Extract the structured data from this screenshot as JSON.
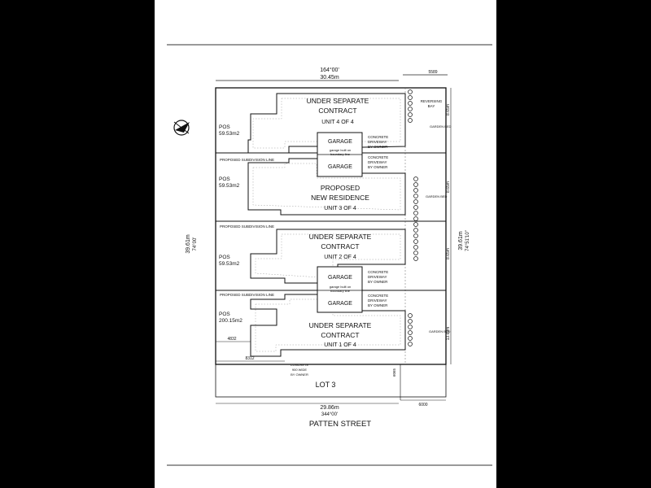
{
  "north_arrow": {
    "symbol": "N"
  },
  "boundary": {
    "top_bearing": "164°00'",
    "top_length": "30.45m",
    "bottom_length": "29.86m",
    "bottom_bearing": "344°00'",
    "left_length": "39.61m",
    "left_bearing": "74°00'",
    "right_length": "39.61m",
    "right_bearing": "74°51'10\""
  },
  "dimensions": {
    "top_right": "5589",
    "right_1": "8.65m",
    "right_2": "8.65m",
    "right_3": "8.65m",
    "right_4": "13.69m",
    "left_setback_1": "4832",
    "left_setback_2": "8312",
    "bottom_right_width": "6000",
    "bottom_right_depth": "6065"
  },
  "units": [
    {
      "pos": "POS",
      "area": "59.53m2",
      "line1": "UNDER SEPARATE",
      "line2": "CONTRACT",
      "unit": "UNIT 4 OF 4"
    },
    {
      "pos": "POS",
      "area": "59.53m2",
      "line1": "PROPOSED",
      "line2": "NEW RESIDENCE",
      "unit": "UNIT 3 OF 4"
    },
    {
      "pos": "POS",
      "area": "59.53m2",
      "line1": "UNDER SEPARATE",
      "line2": "CONTRACT",
      "unit": "UNIT 2 OF 4"
    },
    {
      "pos": "POS",
      "area": "200.15m2",
      "line1": "UNDER SEPARATE",
      "line2": "CONTRACT",
      "unit": "UNIT 1 OF 4"
    }
  ],
  "garage": {
    "label": "GARAGE",
    "boundary_note_1": "garage built on",
    "boundary_note_2": "boundary line"
  },
  "driveway": {
    "line1": "CONCRETE",
    "line2": "DRIVEWAY",
    "line3": "BY OWNER"
  },
  "subdivision_line": "PROPOSED SUBDIVISION LINE",
  "garden_bed": "GARDEN BED",
  "reversing_bay": {
    "line1": "REVERSING",
    "line2": "BAY"
  },
  "footpath": {
    "line1": "CONCRETE",
    "line2": "900 WIDE",
    "line3": "BY OWNER"
  },
  "lot": "LOT 3",
  "street": "PATTEN STREET"
}
